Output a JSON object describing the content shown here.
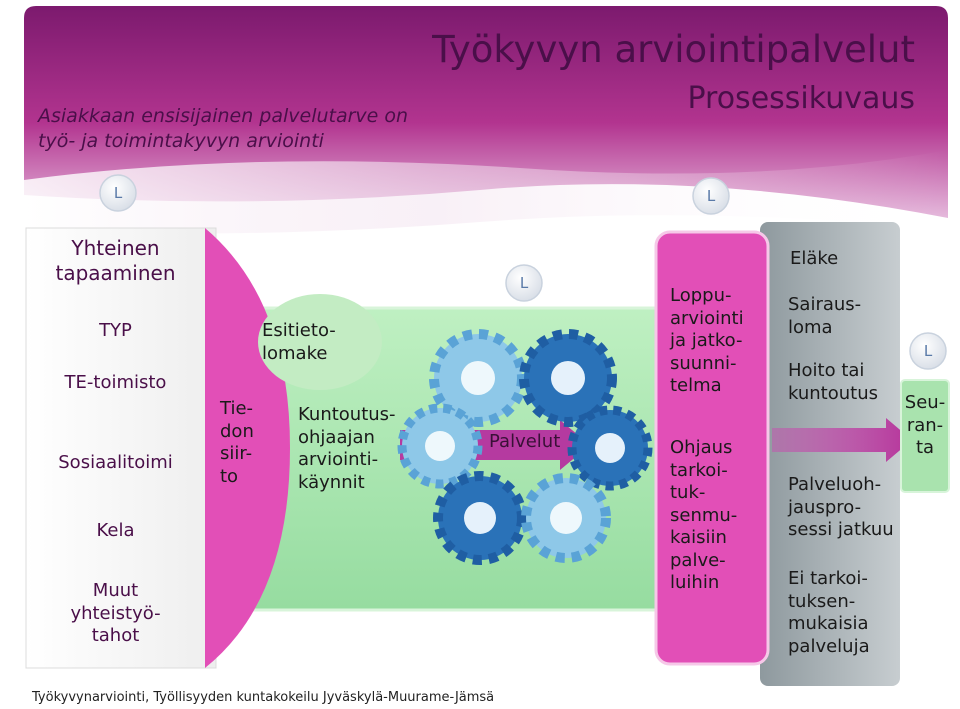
{
  "header": {
    "title": "Työkyvyn arviointipalvelut",
    "subtitle": "Prosessikuvaus",
    "tagline_line1": "Asiakkaan ensisijainen palvelutarve on",
    "tagline_line2": "työ- ja toimintakyvyn arviointi"
  },
  "badges": {
    "l": "L"
  },
  "left_panel": {
    "title_line1": "Yhteinen",
    "title_line2": "tapaaminen",
    "items": [
      "TYP",
      "TE-toimisto",
      "Sosiaalitoimi",
      "Kela"
    ],
    "last_line1": "Muut",
    "last_line2": "yhteistyö-",
    "last_line3": "tahot"
  },
  "transfer": {
    "lines": [
      "Tie-",
      "don",
      "siir-",
      "to"
    ]
  },
  "form": {
    "line1": "Esitieto-",
    "line2": "lomake"
  },
  "visits": {
    "lines": [
      "Kuntoutus-",
      "ohjaajan",
      "arviointi-",
      "käynnit"
    ]
  },
  "services": {
    "label": "Palvelut"
  },
  "final_assessment": {
    "lines": [
      "Loppu-",
      "arviointi",
      "ja jatko-",
      "suunni-",
      "telma"
    ]
  },
  "guidance": {
    "lines": [
      "Ohjaus",
      "tarkoi-",
      "tuk-",
      "senmu-",
      "kaisiin",
      "palve-",
      "luihin"
    ]
  },
  "outcomes": {
    "pension": "Eläke",
    "sick_leave_line1": "Sairaus-",
    "sick_leave_line2": "loma",
    "treatment_line1": "Hoito tai",
    "treatment_line2": "kuntoutus",
    "guidance_line1": "Palveluoh-",
    "guidance_line2": "jauspro-",
    "guidance_line3": "sessi jatkuu",
    "none_line1": "Ei tarkoi-",
    "none_line2": "tuksen-",
    "none_line3": "mukaisia",
    "none_line4": "palveluja"
  },
  "followup": {
    "lines": [
      "Seu-",
      "ran-",
      "ta"
    ]
  },
  "footer": {
    "text": "Työkyvynarviointi, Työllisyyden kuntakokeilu Jyväskylä-Muurame-Jämsä"
  },
  "colors": {
    "header_purple": "#a3287f",
    "magenta": "#e24fb7",
    "green_panel": "#a9e3ae",
    "grey_panel": "#98a2a6",
    "gear_dark": "#2a72b8",
    "gear_light": "#8ec8e8"
  }
}
